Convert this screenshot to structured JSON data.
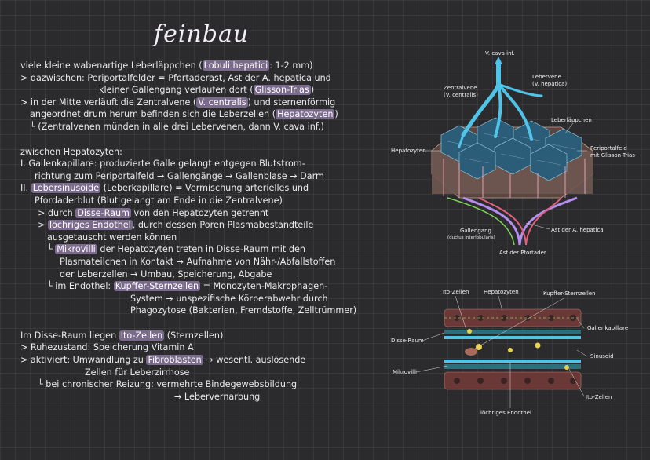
{
  "title": "feinbau",
  "notes": [
    {
      "parts": [
        {
          "t": "viele kleine wabenartige Leberläppchen ("
        },
        {
          "t": "Lobuli hepatici",
          "hl": true
        },
        {
          "t": ": 1-2 mm)"
        }
      ],
      "indent": 0
    },
    {
      "parts": [
        {
          "t": "> dazwischen: Periportalfelder = Pfortaderast, Ast der A. hepatica und"
        }
      ],
      "indent": 0
    },
    {
      "parts": [
        {
          "t": "kleiner Gallengang verlaufen dort ("
        },
        {
          "t": "Glisson-Trias",
          "hl": true
        },
        {
          "t": ")"
        }
      ],
      "indent": 100
    },
    {
      "parts": [
        {
          "t": "> in der Mitte verläuft die Zentralvene ("
        },
        {
          "t": "V. centralis",
          "hl": true
        },
        {
          "t": ") und sternenförmig"
        }
      ],
      "indent": 0
    },
    {
      "parts": [
        {
          "t": "angeordnet drum herum befinden sich die Leberzellen ("
        },
        {
          "t": "Hepatozyten",
          "hl": true
        },
        {
          "t": ")"
        }
      ],
      "indent": 12
    },
    {
      "parts": [
        {
          "t": "└ (Zentralvenen münden in alle drei Lebervenen, dann V. cava inf.)"
        }
      ],
      "indent": 12
    },
    {
      "gap": true
    },
    {
      "parts": [
        {
          "t": "zwischen Hepatozyten:"
        }
      ],
      "indent": 0
    },
    {
      "parts": [
        {
          "t": "I. Gallenkapillare: produzierte Galle gelangt entgegen Blutstrom-"
        }
      ],
      "indent": 0
    },
    {
      "parts": [
        {
          "t": "richtung zum Periportalfeld → Gallengänge → Gallenblase → Darm"
        }
      ],
      "indent": 18
    },
    {
      "parts": [
        {
          "t": "II. "
        },
        {
          "t": "Lebersinusoide",
          "hl": true
        },
        {
          "t": " (Leberkapillare) = Vermischung arterielles und"
        }
      ],
      "indent": 0
    },
    {
      "parts": [
        {
          "t": "Pfordaderblut (Blut gelangt am Ende in die Zentralvene)"
        }
      ],
      "indent": 18
    },
    {
      "parts": [
        {
          "t": "> durch "
        },
        {
          "t": "Disse-Raum",
          "hl": true
        },
        {
          "t": " von den Hepatozyten getrennt"
        }
      ],
      "indent": 22
    },
    {
      "parts": [
        {
          "t": "> "
        },
        {
          "t": "löchriges Endothel",
          "hl": true
        },
        {
          "t": ", durch dessen Poren Plasmabestandteile"
        }
      ],
      "indent": 22
    },
    {
      "parts": [
        {
          "t": "ausgetauscht werden können"
        }
      ],
      "indent": 34
    },
    {
      "parts": [
        {
          "t": "└ "
        },
        {
          "t": "Mikrovilli",
          "hl": true
        },
        {
          "t": " der Hepatozyten treten in Disse-Raum mit den"
        }
      ],
      "indent": 34
    },
    {
      "parts": [
        {
          "t": "Plasmateilchen in Kontakt → Aufnahme von Nähr-/Abfallstoffen"
        }
      ],
      "indent": 50
    },
    {
      "parts": [
        {
          "t": "der Leberzellen → Umbau, Speicherung, Abgabe"
        }
      ],
      "indent": 50
    },
    {
      "parts": [
        {
          "t": "└ im Endothel: "
        },
        {
          "t": "Kupffer-Sternzellen",
          "hl": true
        },
        {
          "t": " = Monozyten-Makrophagen-"
        }
      ],
      "indent": 34
    },
    {
      "parts": [
        {
          "t": "System → unspezifische Körperabwehr durch"
        }
      ],
      "indent": 140
    },
    {
      "parts": [
        {
          "t": "Phagozytose (Bakterien, Fremdstoffe, Zelltrümmer)"
        }
      ],
      "indent": 140
    },
    {
      "gap": true
    },
    {
      "parts": [
        {
          "t": "Im Disse-Raum liegen "
        },
        {
          "t": "Ito-Zellen",
          "hl": true
        },
        {
          "t": " (Sternzellen)"
        }
      ],
      "indent": 0
    },
    {
      "parts": [
        {
          "t": "> Ruhezustand: Speicherung Vitamin A"
        }
      ],
      "indent": 0
    },
    {
      "parts": [
        {
          "t": "> aktiviert: Umwandlung zu "
        },
        {
          "t": "Fibroblasten",
          "hl": true
        },
        {
          "t": " → wesentl. auslösende"
        }
      ],
      "indent": 0
    },
    {
      "parts": [
        {
          "t": "Zellen für Leberzirrhose"
        }
      ],
      "indent": 82
    },
    {
      "parts": [
        {
          "t": "└ bei chronischer Reizung: vermehrte Bindegewebsbildung"
        }
      ],
      "indent": 22
    },
    {
      "parts": [
        {
          "t": "→ Lebervernarbung"
        }
      ],
      "indent": 196
    }
  ],
  "diagram1": {
    "v_cava": "V. cava inf.",
    "lebervene": "Lebervene",
    "lebervene_sub": "(V. hepatica)",
    "zentralvene": "Zentralvene",
    "zentralvene_sub": "(V. centralis)",
    "leberlaeppchen": "Leberläppchen",
    "hepatozyten": "Hepatozyten",
    "periportalfeld": "Periportalfeld",
    "periportalfeld_sub": "mit Glisson-Trias",
    "gallengang": "Gallengang",
    "gallengang_sub": "(ductus interlobularis)",
    "a_hepatica": "Ast der A. hepatica",
    "pfortader": "Ast der Pfortader"
  },
  "diagram2": {
    "ito": "Ito-Zellen",
    "hepatozyten": "Hepatozyten",
    "kupffer": "Kupffer-Sternzellen",
    "gallenkapillare": "Gallenkapillare",
    "disse": "Disse-Raum",
    "sinusoid": "Sinusoid",
    "mikrovilli": "Mikrovilli",
    "ito2": "Ito-Zellen",
    "endothel": "löchriges Endothel"
  },
  "colors": {
    "highlight": "#7a6a8c",
    "vein_blue": "#4fc3e8",
    "artery_red": "#e0607a",
    "portal_purple": "#b48ef0",
    "bile_green": "#7fd65a",
    "cell_brown": "#6e5650"
  }
}
